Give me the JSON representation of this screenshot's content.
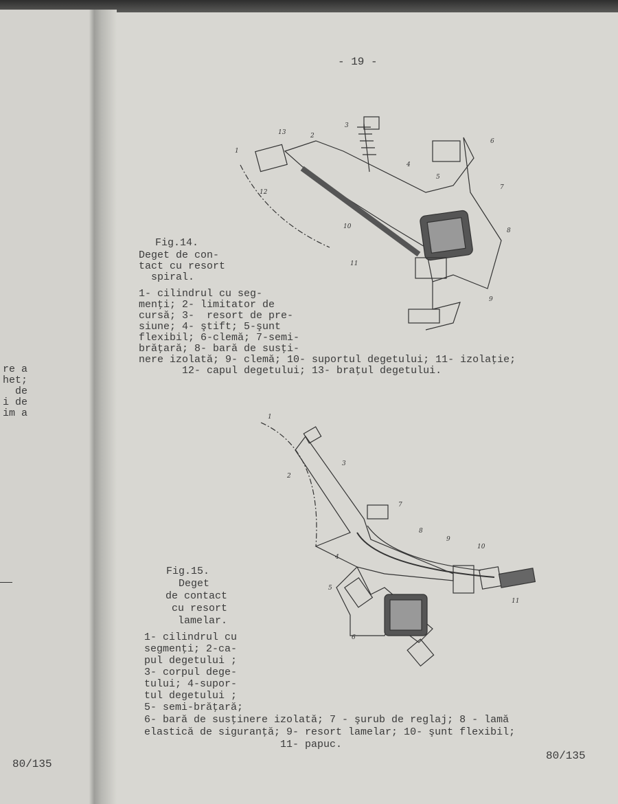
{
  "page_number": "- 19 -",
  "left_page": {
    "fragments": [
      "re a",
      "het;",
      "de",
      "i de",
      "im a"
    ],
    "footer": "80/135"
  },
  "figure14": {
    "caption": [
      "Fig.14.",
      "Deget de con-",
      "tact cu resort",
      "  spiral."
    ],
    "legend": [
      "1- cilindrul cu seg-",
      "menţi; 2- limitator de",
      "cursă; 3-  resort de pre-",
      "siune; 4- ştift; 5-şunt",
      "flexibil; 6-clemă; 7-semi-",
      "brăţară; 8- bară de susţi-",
      "nere izolată; 9- clemă; 10- suportul degetului; 11- izolaţie;",
      "       12- capul degetului; 13- braţul degetului."
    ],
    "labels": [
      "1",
      "2",
      "3",
      "4",
      "5",
      "6",
      "7",
      "8",
      "9",
      "10",
      "11",
      "12",
      "13"
    ]
  },
  "figure15": {
    "caption": [
      "Fig.15.",
      "  Deget",
      " de contact",
      "  cu resort",
      "   lamelar."
    ],
    "legend": [
      "1- cilindrul cu",
      "segmenţi; 2-ca-",
      "pul degetului ;",
      "3- corpul dege-",
      "tului; 4-supor-",
      "tul degetului ;",
      "5- semi-brăţară;",
      "6- bară de susţinere izolată; 7 - şurub de reglaj; 8 - lamă",
      "elastică de siguranţă; 9- resort lamelar; 10- şunt flexibil;",
      "                      11- papuc."
    ],
    "labels": [
      "1",
      "2",
      "3",
      "4",
      "5",
      "6",
      "7",
      "8",
      "9",
      "10",
      "11"
    ]
  },
  "footer": "80/135"
}
